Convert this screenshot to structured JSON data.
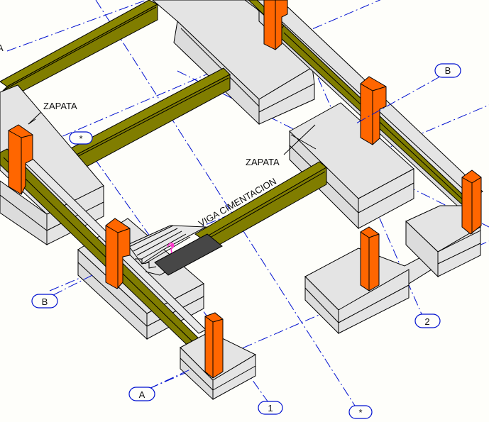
{
  "drawing": {
    "type": "isometric foundation structural model",
    "colors": {
      "background": "#fefefa",
      "concrete_footing": "#e4e4e4",
      "foundation_beam": "#807d00",
      "column": "#ff6600",
      "stair_landing": "#474747",
      "grid_line": "#0010d0",
      "stair_marker": "#ff33cc"
    },
    "annotations": {
      "zapata_left": "ZAPATA",
      "zapata_center": "ZAPATA",
      "viga_cimentacion": "VIGA CIMENTACION",
      "edge_fragment": "A"
    },
    "grid_bubbles": {
      "b_right": "B",
      "b_left": "B",
      "a_bottom": "A",
      "one": "1",
      "two": "2",
      "star_top": "*",
      "star_bottom": "*"
    },
    "icons": {
      "stair_marker": "stair-direction-icon"
    }
  }
}
